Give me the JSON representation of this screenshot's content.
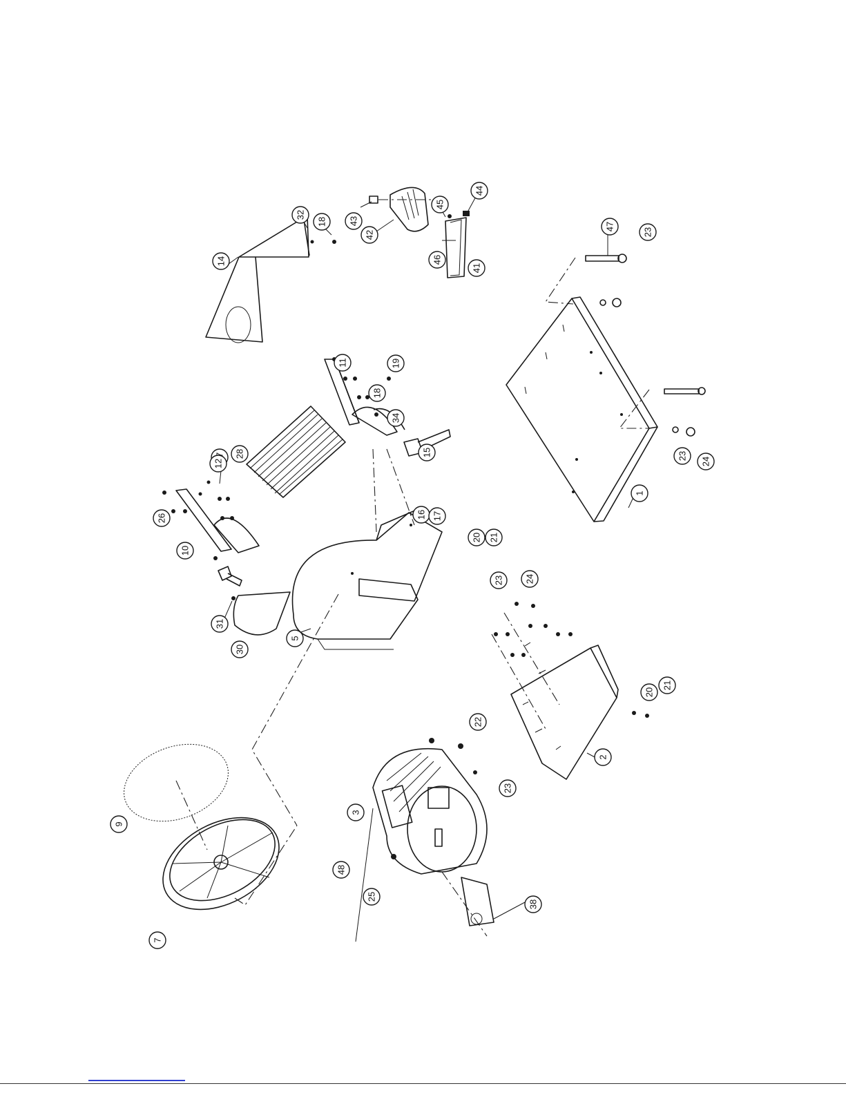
{
  "callouts": [
    {
      "id": "c14",
      "text": "14"
    },
    {
      "id": "c32",
      "text": "32"
    },
    {
      "id": "c18a",
      "text": "18"
    },
    {
      "id": "c43",
      "text": "43"
    },
    {
      "id": "c42",
      "text": "42"
    },
    {
      "id": "c45a",
      "text": "45"
    },
    {
      "id": "c44",
      "text": "44"
    },
    {
      "id": "c46",
      "text": "46"
    },
    {
      "id": "c41",
      "text": "41"
    },
    {
      "id": "c47",
      "text": "47"
    },
    {
      "id": "c23a",
      "text": "23"
    },
    {
      "id": "c11",
      "text": "11"
    },
    {
      "id": "c19",
      "text": "19"
    },
    {
      "id": "c18b",
      "text": "18"
    },
    {
      "id": "c34",
      "text": "34"
    },
    {
      "id": "c15",
      "text": "15"
    },
    {
      "id": "c27",
      "text": "27"
    },
    {
      "id": "c28",
      "text": "28"
    },
    {
      "id": "c26",
      "text": "26"
    },
    {
      "id": "c10",
      "text": "10"
    },
    {
      "id": "c12",
      "text": "12"
    },
    {
      "id": "c16",
      "text": "16"
    },
    {
      "id": "c17",
      "text": "17"
    },
    {
      "id": "c20a",
      "text": "20"
    },
    {
      "id": "c21a",
      "text": "21"
    },
    {
      "id": "c23b",
      "text": "23"
    },
    {
      "id": "c24a",
      "text": "24"
    },
    {
      "id": "c1",
      "text": "1"
    },
    {
      "id": "c31",
      "text": "31"
    },
    {
      "id": "c30",
      "text": "30"
    },
    {
      "id": "c5",
      "text": "5"
    },
    {
      "id": "c23c",
      "text": "23"
    },
    {
      "id": "c24b",
      "text": "24"
    },
    {
      "id": "c20b",
      "text": "20"
    },
    {
      "id": "c21b",
      "text": "21"
    },
    {
      "id": "c2",
      "text": "2"
    },
    {
      "id": "c22",
      "text": "22"
    },
    {
      "id": "c23d",
      "text": "23"
    },
    {
      "id": "c3",
      "text": "3"
    },
    {
      "id": "c48",
      "text": "48"
    },
    {
      "id": "c25",
      "text": "25"
    },
    {
      "id": "c38",
      "text": "38"
    },
    {
      "id": "c9",
      "text": "9"
    },
    {
      "id": "c7",
      "text": "7"
    }
  ]
}
